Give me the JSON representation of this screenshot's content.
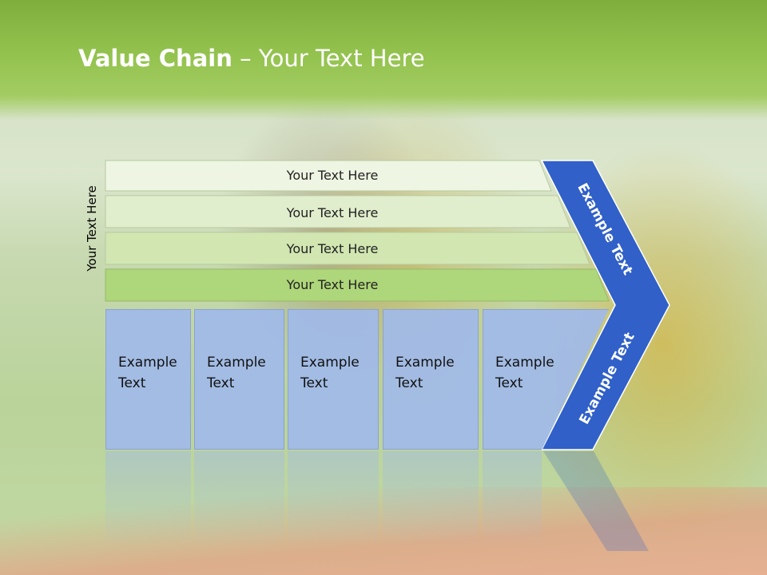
{
  "slide": {
    "title_bold": "Value Chain",
    "title_rest": " – Your Text Here",
    "side_label": "Your Text Here"
  },
  "bars": [
    {
      "label": "Your Text Here",
      "color": "#eef5e2"
    },
    {
      "label": "Your Text Here",
      "color": "#e1eecd"
    },
    {
      "label": "Your Text Here",
      "color": "#d1e6b1"
    },
    {
      "label": "Your Text Here",
      "color": "#aed67a"
    }
  ],
  "boxes": [
    {
      "line1": "Example",
      "line2": "Text"
    },
    {
      "line1": "Example",
      "line2": "Text"
    },
    {
      "line1": "Example",
      "line2": "Text"
    },
    {
      "line1": "Example",
      "line2": "Text"
    },
    {
      "line1": "Example",
      "line2": "Text"
    }
  ],
  "chevron": {
    "upper_label": "Example Text",
    "lower_label": "Example Text",
    "color": "#3060c8"
  }
}
